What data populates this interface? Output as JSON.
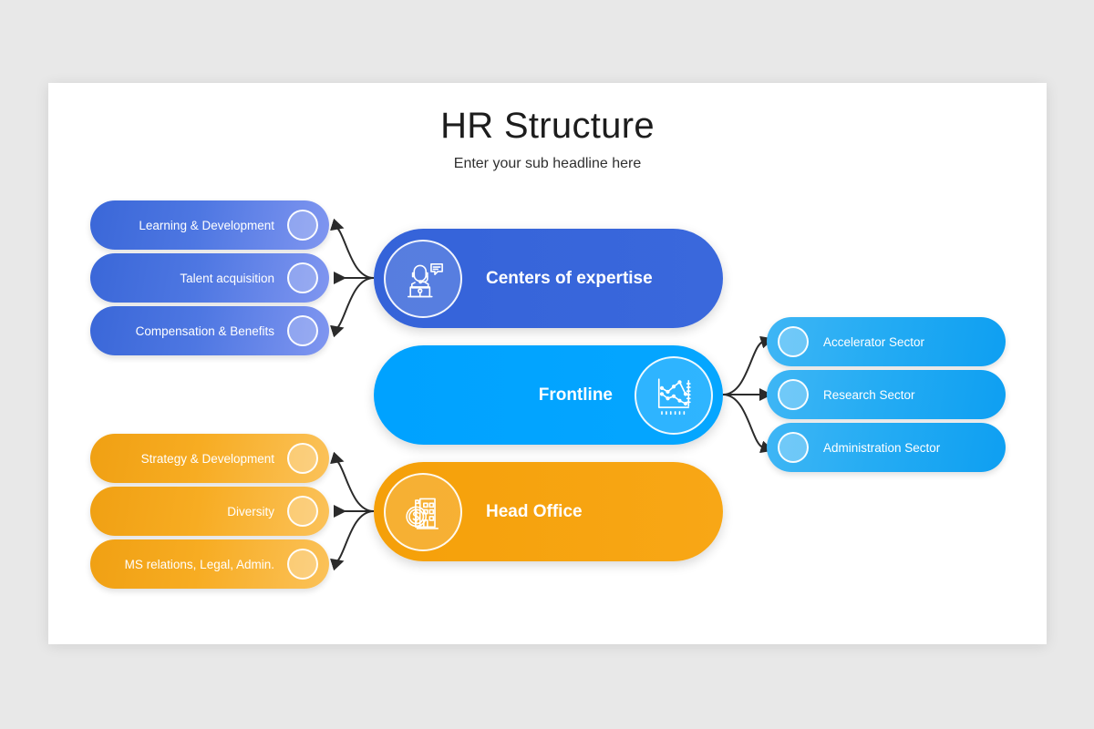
{
  "slide": {
    "title": "HR Structure",
    "subtitle": "Enter your sub headline here",
    "background_color": "#E8E8E8",
    "card_color": "#FFFFFF"
  },
  "branches": [
    {
      "id": "centers-of-expertise",
      "label": "Centers of expertise",
      "color": "#3563D9",
      "icon": "support-agent-icon",
      "icon_side": "left",
      "children_side": "left",
      "children": [
        {
          "label": "Learning & Development"
        },
        {
          "label": "Talent acquisition"
        },
        {
          "label": "Compensation  & Benefits"
        }
      ]
    },
    {
      "id": "frontline",
      "label": "Frontline",
      "color": "#00A2FF",
      "icon": "line-chart-icon",
      "icon_side": "right",
      "children_side": "right",
      "children": [
        {
          "label": "Accelerator  Sector"
        },
        {
          "label": "Research  Sector"
        },
        {
          "label": "Administration Sector"
        }
      ]
    },
    {
      "id": "head-office",
      "label": "Head Office",
      "color": "#F5A009",
      "icon": "office-building-dollar-icon",
      "icon_side": "left",
      "children_side": "left",
      "children": [
        {
          "label": "Strategy & Development"
        },
        {
          "label": "Diversity"
        },
        {
          "label": "MS relations, Legal, Admin."
        }
      ]
    }
  ],
  "colors": {
    "blue_pill_start": "#3A67D8",
    "blue_pill_end": "#8096F0",
    "orange_pill_start": "#F0A013",
    "orange_pill_end": "#FBC25A",
    "cyan_pill_start": "#3FB6F5",
    "cyan_pill_end": "#0E9FF2",
    "arrow": "#2B2B2B"
  }
}
